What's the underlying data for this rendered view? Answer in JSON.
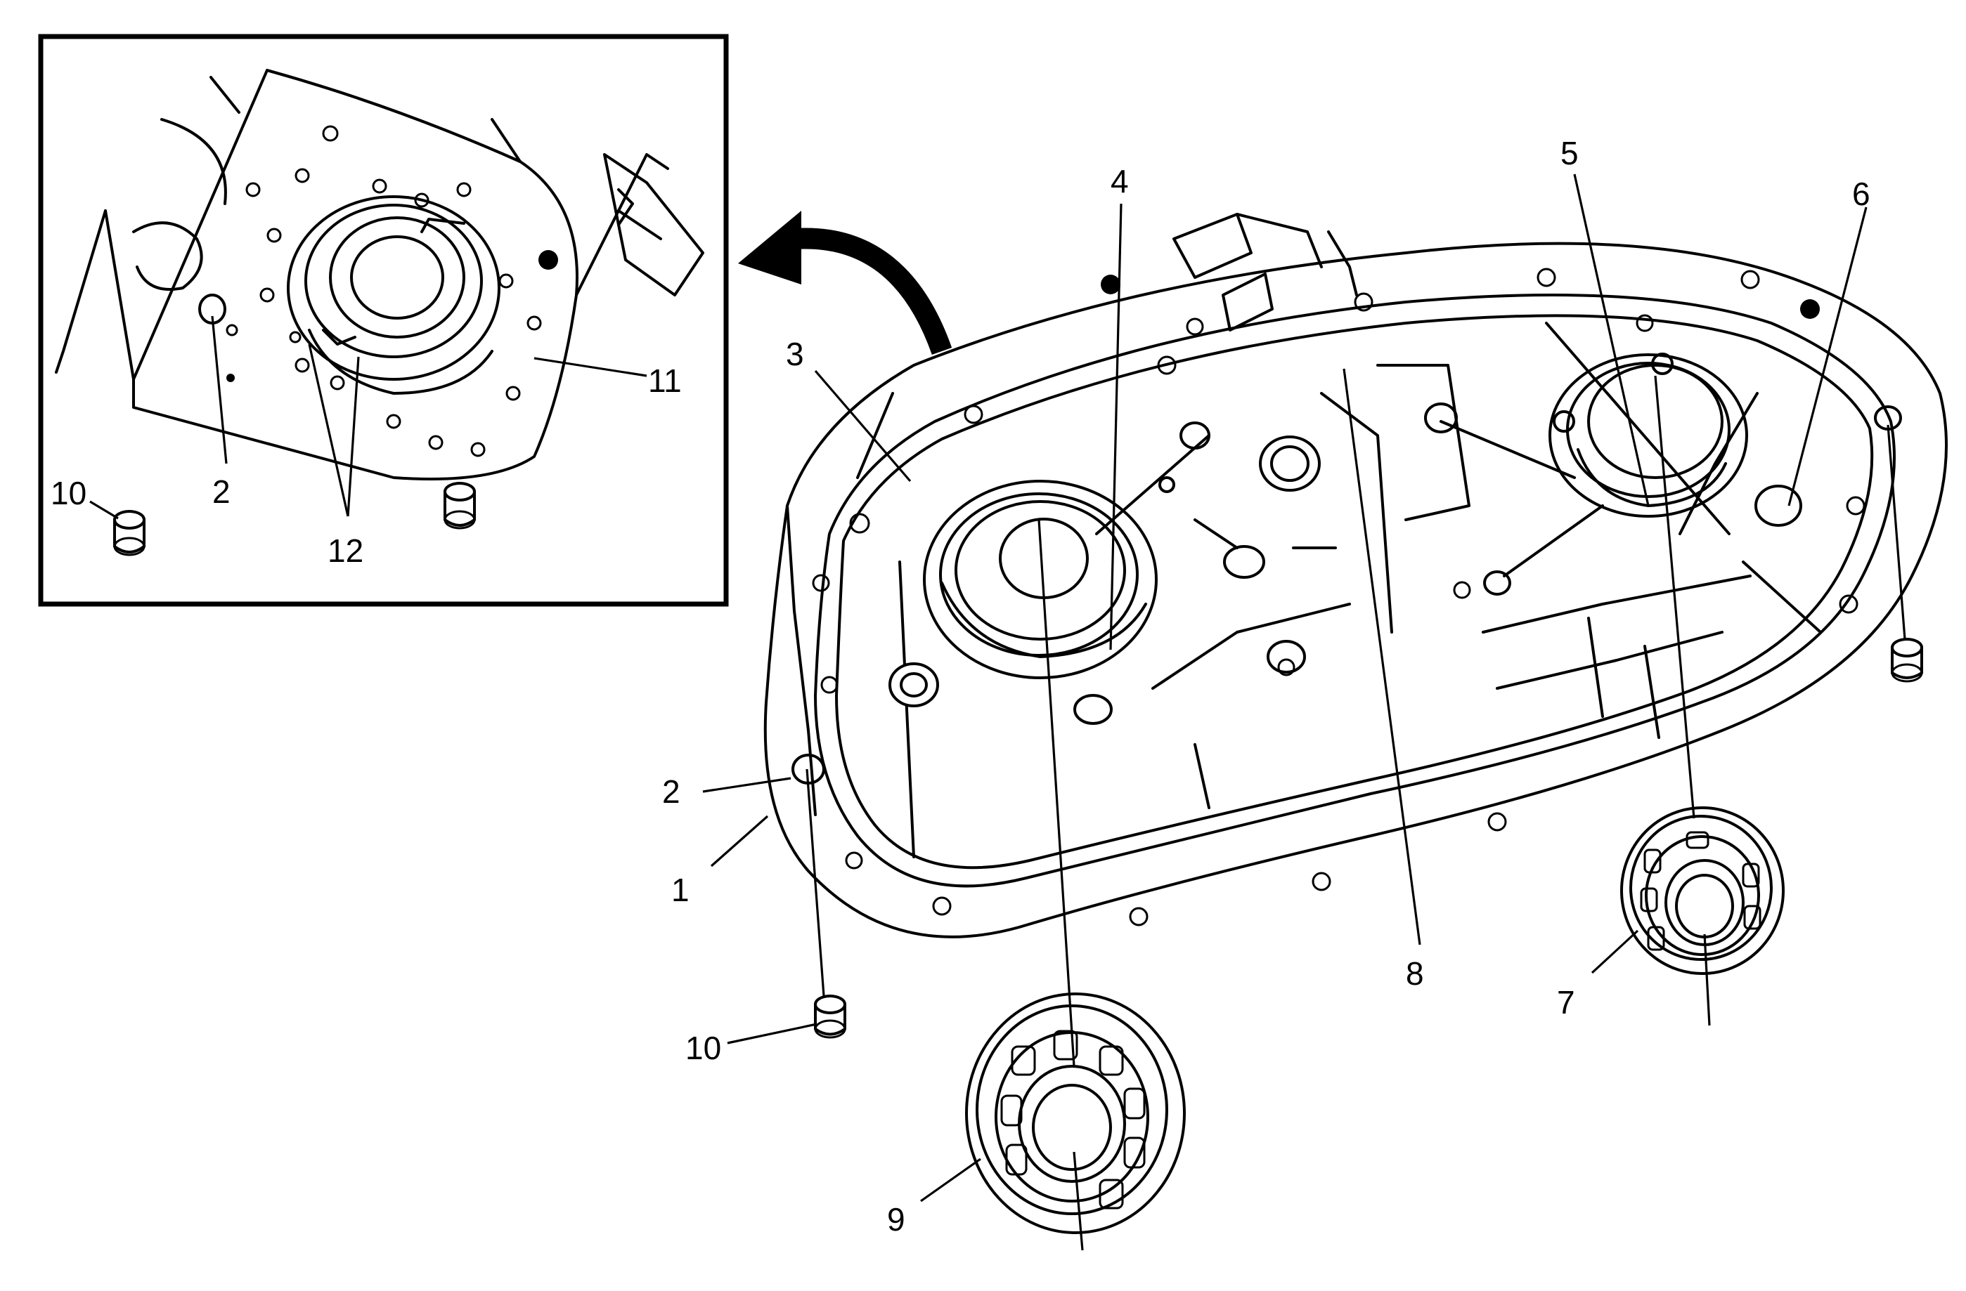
{
  "diagram": {
    "inset_callouts": {
      "c2": "2",
      "c10": "10",
      "c11": "11",
      "c12": "12"
    },
    "main_callouts": {
      "c1": "1",
      "c2": "2",
      "c3": "3",
      "c4": "4",
      "c5": "5",
      "c6": "6",
      "c7": "7",
      "c8": "8",
      "c9": "9",
      "c10": "10"
    },
    "colors": {
      "line": "#000000",
      "background": "#ffffff"
    }
  }
}
